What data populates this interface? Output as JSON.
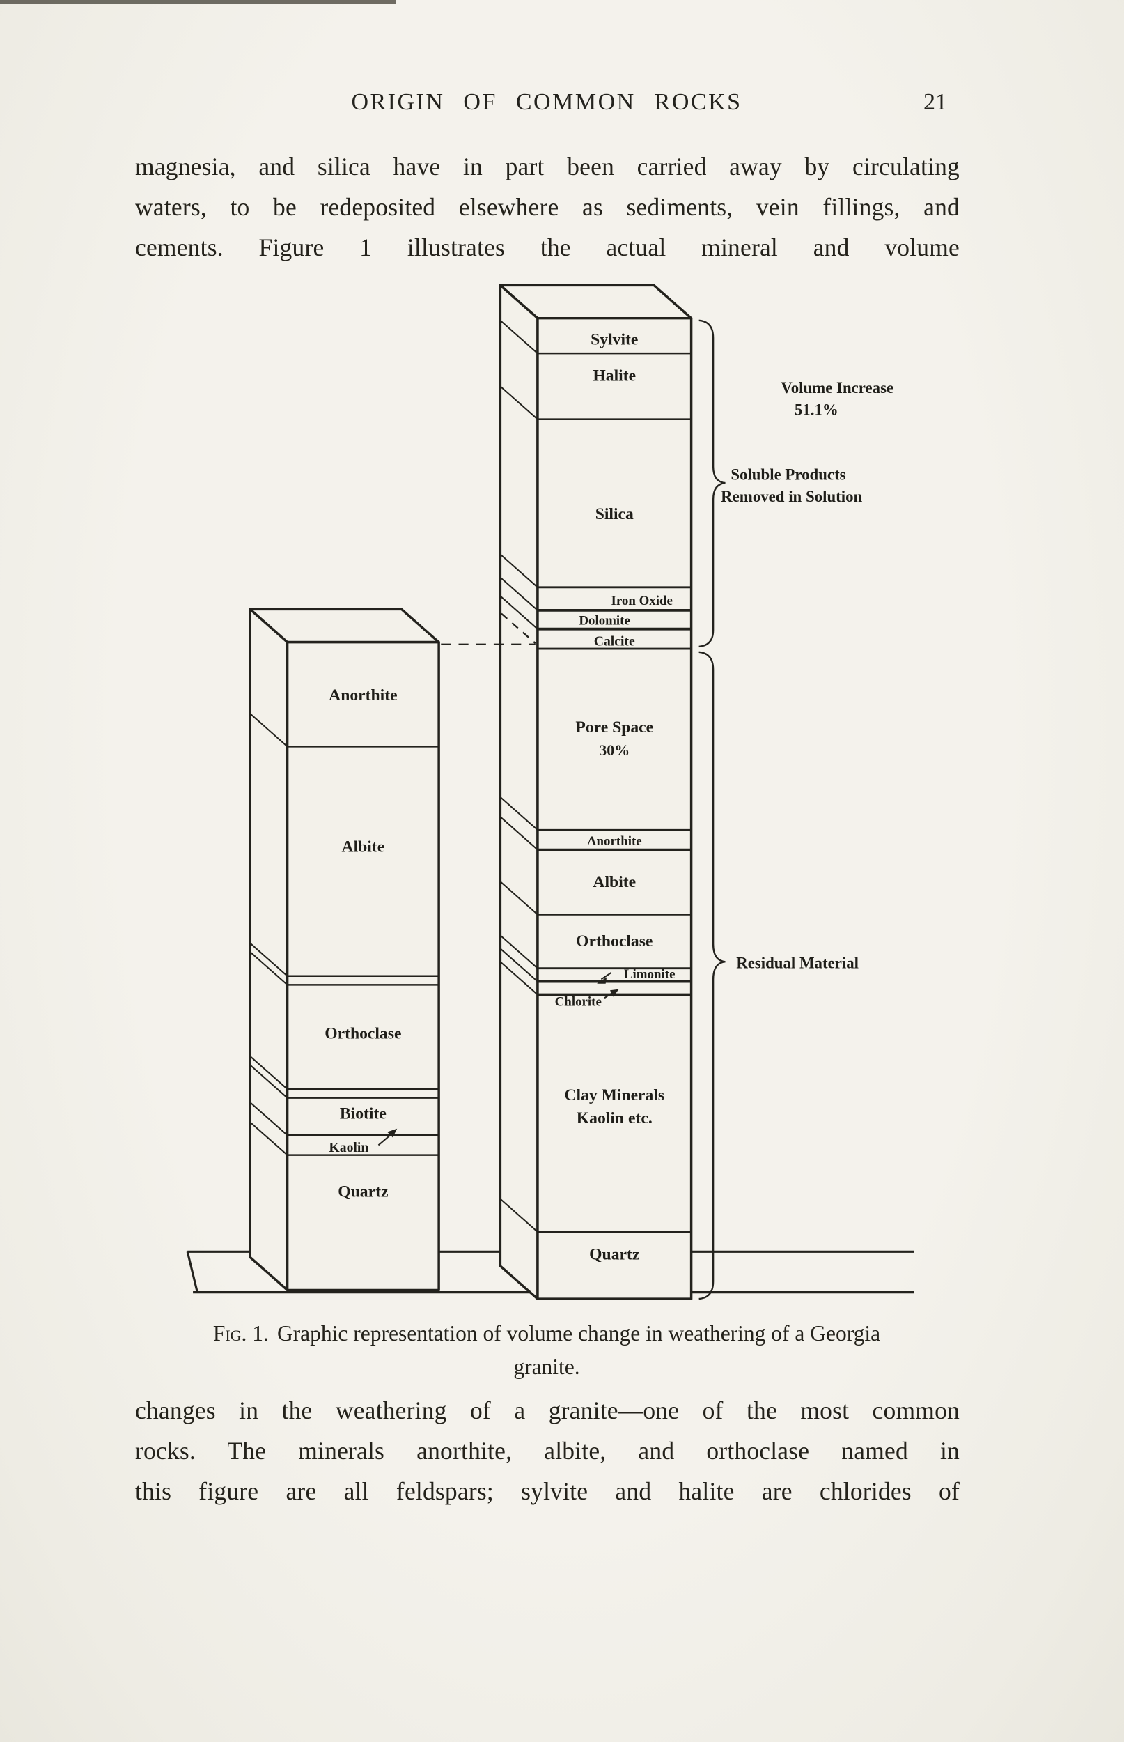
{
  "header": {
    "title": "ORIGIN OF COMMON ROCKS",
    "page_number": "21"
  },
  "paragraph_top": {
    "line1": "magnesia, and silica have in part been carried away by circulating",
    "line2": "waters, to be redeposited elsewhere as sediments, vein fillings, and",
    "line3": "cements. Figure 1 illustrates the actual mineral and volume"
  },
  "figure": {
    "fresh_column": {
      "anorthite": "Anorthite",
      "albite": "Albite",
      "orthoclase": "Orthoclase",
      "biotite": "Biotite",
      "kaolin": "Kaolin",
      "quartz": "Quartz"
    },
    "weathered_column": {
      "sylvite": "Sylvite",
      "halite": "Halite",
      "silica": "Silica",
      "iron_oxide": "Iron Oxide",
      "dolomite": "Dolomite",
      "calcite": "Calcite",
      "pore_space_line1": "Pore Space",
      "pore_space_line2": "30%",
      "anorthite": "Anorthite",
      "albite": "Albite",
      "orthoclase": "Orthoclase",
      "limonite": "Limonite",
      "chlorite": "Chlorite",
      "clay_line1": "Clay Minerals",
      "clay_line2": "Kaolin etc.",
      "quartz": "Quartz"
    },
    "annotations": {
      "volume_increase_line1": "Volume Increase",
      "volume_increase_line2": "51.1%",
      "soluble_line1": "Soluble Products",
      "soluble_line2": "Removed in Solution",
      "residual": "Residual Material"
    }
  },
  "caption": {
    "fig_label": "Fig. 1.",
    "line1_rest": "Graphic representation of volume change in weathering of a Georgia",
    "line2": "granite."
  },
  "paragraph_bottom": {
    "line1": "changes in the weathering of a granite—one of the most common",
    "line2": "rocks. The minerals anorthite, albite, and orthoclase named in",
    "line3": "this figure are all feldspars; sylvite and halite are chlorides of"
  },
  "colors": {
    "paper": "#f3f1ea",
    "ink": "#23221d"
  }
}
